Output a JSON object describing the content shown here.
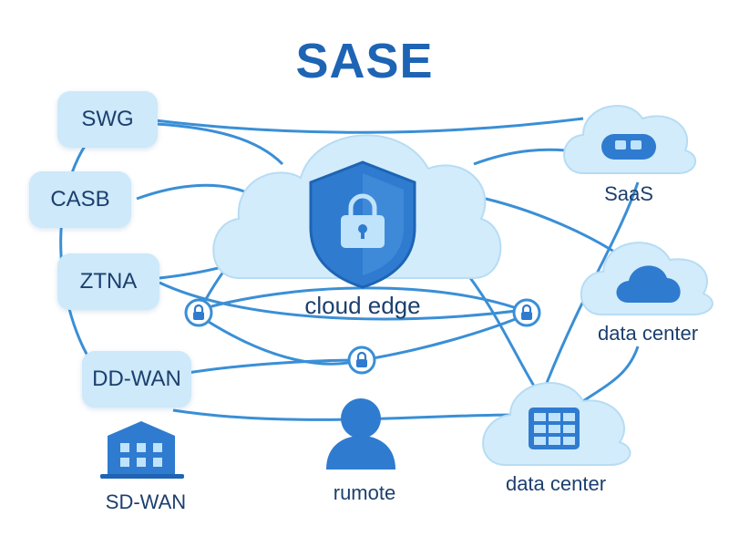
{
  "title": "SASE",
  "colors": {
    "title": "#1e64b4",
    "line": "#3a8fd6",
    "box_fill": "#cde9fa",
    "cloud_fill": "#d2ecfb",
    "shield": "#2f7bd0",
    "text": "#1c3f6e"
  },
  "services": [
    {
      "label": "SWG"
    },
    {
      "label": "CASB"
    },
    {
      "label": "ZTNA"
    },
    {
      "label": "DD-WAN"
    }
  ],
  "center": {
    "label": "cloud edge",
    "icon": "shield-lock-icon"
  },
  "right_nodes": [
    {
      "label": "SaaS",
      "icon": "cloud-icon"
    },
    {
      "label": "data center",
      "icon": "cloud-icon"
    },
    {
      "label": "data center",
      "icon": "server-grid-icon"
    }
  ],
  "bottom_nodes": [
    {
      "label": "SD-WAN",
      "icon": "building-icon"
    },
    {
      "label": "rumote",
      "icon": "user-icon"
    }
  ],
  "link_icons": [
    "lock-icon",
    "lock-icon",
    "lock-icon"
  ]
}
